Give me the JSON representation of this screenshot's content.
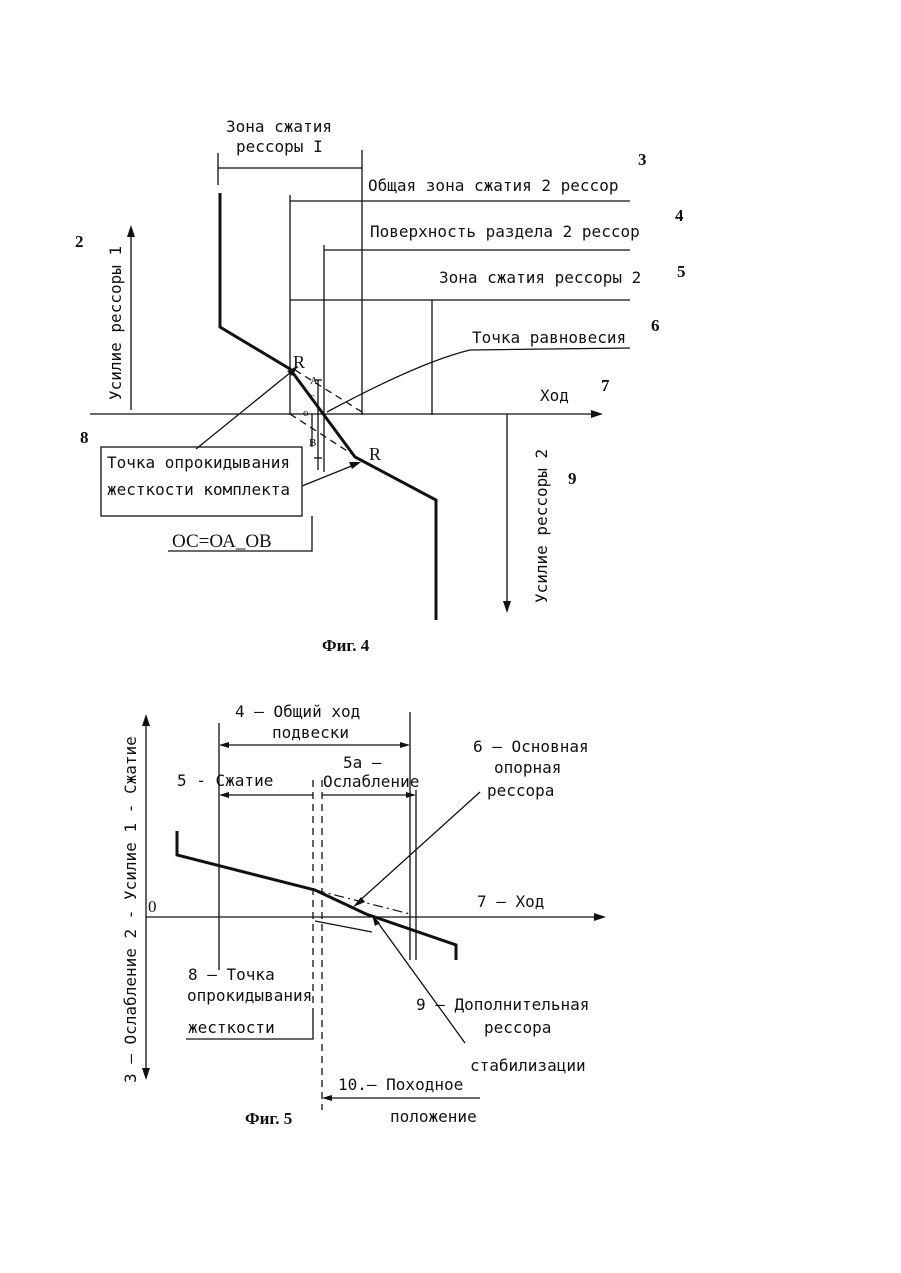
{
  "fig4": {
    "caption": "Фиг. 4",
    "zone1_line1": "Зона сжатия",
    "zone1_line2": "рессоры I",
    "total_zone": "Общая зона сжатия 2 рессор",
    "interface": "Поверхность раздела 2 рессор",
    "zone2": "Зона сжатия рессоры 2",
    "equilibrium": "Точка равновесия",
    "travel": "Ход",
    "force1": "Усилие рессоры 1",
    "force2": "Усилие рессоры 2",
    "flip_line1": "Точка опрокидывания",
    "flip_line2": "жесткости комплекта",
    "formula": "ОС=ОА_ОВ",
    "point_r": "R",
    "letter_a": "A",
    "letter_c": "c",
    "letter_o": "o",
    "letter_b": "B",
    "n2": "2",
    "n3": "3",
    "n4": "4",
    "n5": "5",
    "n6": "6",
    "n7": "7",
    "n8": "8",
    "n9": "9"
  },
  "fig5": {
    "caption": "Фиг. 5",
    "total_travel_line1": "4 – Общий ход",
    "total_travel_line2": "подвески",
    "compression": "5 -   Сжатие",
    "release_line1": "5а –",
    "release_line2": "Ослабление",
    "main_spring_line1": "6 – Основная",
    "main_spring_line2": "опорная",
    "main_spring_line3": "рессора",
    "travel": "7 – Ход",
    "zero": "0",
    "yaxis": "3 – Ослабление 2 - Усилие 1 - Сжатие",
    "flip_line1": "8 – Точка",
    "flip_line2": "опрокидывания",
    "flip_line3": "жесткости",
    "extra_line1": "9 – Дополнительная",
    "extra_line2": "рессора",
    "extra_line3": "стабилизации",
    "ride_line1": "10.– Походное",
    "ride_line2": "положение"
  }
}
